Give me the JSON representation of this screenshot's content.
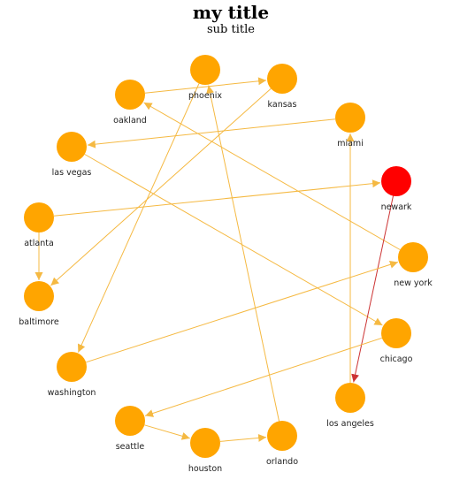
{
  "title": "my title",
  "subtitle": "sub title",
  "colors": {
    "node": "#FFA500",
    "highlight": "#FF0000",
    "edge": "#F5B942",
    "highlight_edge": "#CC3333"
  },
  "nodes": [
    {
      "id": "phoenix",
      "label": "phoenix",
      "highlight": false
    },
    {
      "id": "kansas",
      "label": "kansas",
      "highlight": false
    },
    {
      "id": "oakland",
      "label": "oakland",
      "highlight": false
    },
    {
      "id": "miami",
      "label": "miami",
      "highlight": false
    },
    {
      "id": "las-vegas",
      "label": "las vegas",
      "highlight": false
    },
    {
      "id": "newark",
      "label": "newark",
      "highlight": true
    },
    {
      "id": "atlanta",
      "label": "atlanta",
      "highlight": false
    },
    {
      "id": "new-york",
      "label": "new york",
      "highlight": false
    },
    {
      "id": "baltimore",
      "label": "baltimore",
      "highlight": false
    },
    {
      "id": "chicago",
      "label": "chicago",
      "highlight": false
    },
    {
      "id": "washington",
      "label": "washington",
      "highlight": false
    },
    {
      "id": "los-angeles",
      "label": "los angeles",
      "highlight": false
    },
    {
      "id": "seattle",
      "label": "seattle",
      "highlight": false
    },
    {
      "id": "houston",
      "label": "houston",
      "highlight": false
    },
    {
      "id": "orlando",
      "label": "orlando",
      "highlight": false
    }
  ],
  "edges": [
    {
      "from": "oakland",
      "to": "kansas"
    },
    {
      "from": "phoenix",
      "to": "washington"
    },
    {
      "from": "kansas",
      "to": "baltimore"
    },
    {
      "from": "miami",
      "to": "las-vegas"
    },
    {
      "from": "las-vegas",
      "to": "chicago"
    },
    {
      "from": "new-york",
      "to": "oakland"
    },
    {
      "from": "atlanta",
      "to": "newark"
    },
    {
      "from": "atlanta",
      "to": "baltimore"
    },
    {
      "from": "newark",
      "to": "los-angeles",
      "highlight": true
    },
    {
      "from": "washington",
      "to": "new-york"
    },
    {
      "from": "chicago",
      "to": "seattle"
    },
    {
      "from": "los-angeles",
      "to": "miami"
    },
    {
      "from": "seattle",
      "to": "houston"
    },
    {
      "from": "houston",
      "to": "orlando"
    },
    {
      "from": "orlando",
      "to": "phoenix"
    }
  ]
}
